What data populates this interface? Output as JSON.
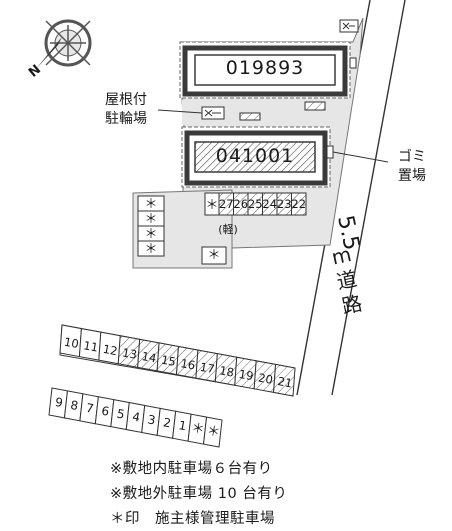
{
  "buildings": [
    {
      "id": "019893"
    },
    {
      "id": "041001"
    }
  ],
  "labels": {
    "bicycle_parking": [
      "屋根付",
      "駐輪場"
    ],
    "garbage": [
      "ゴミ",
      "置場"
    ],
    "kei": "(軽)",
    "road_width": "5.5",
    "road_unit": "m",
    "road_chars": [
      "道",
      "路"
    ],
    "north": "N",
    "reserved_mark": "＊"
  },
  "parking_upper": [
    "27",
    "26",
    "25",
    "24",
    "23",
    "22"
  ],
  "parking_middle": [
    "10",
    "11",
    "12",
    "13",
    "14",
    "15",
    "16",
    "17",
    "18",
    "19",
    "20",
    "21"
  ],
  "parking_bottom": [
    "9",
    "8",
    "7",
    "6",
    "5",
    "4",
    "3",
    "2",
    "1"
  ],
  "notes": [
    "※敷地内駐車場６台有り",
    "※敷地外駐車場 10 台有り",
    "＊印　施主様管理駐車場"
  ],
  "colors": {
    "site": "#e6e6e6",
    "building_border": "#3a3a3a",
    "line": "#333333"
  }
}
